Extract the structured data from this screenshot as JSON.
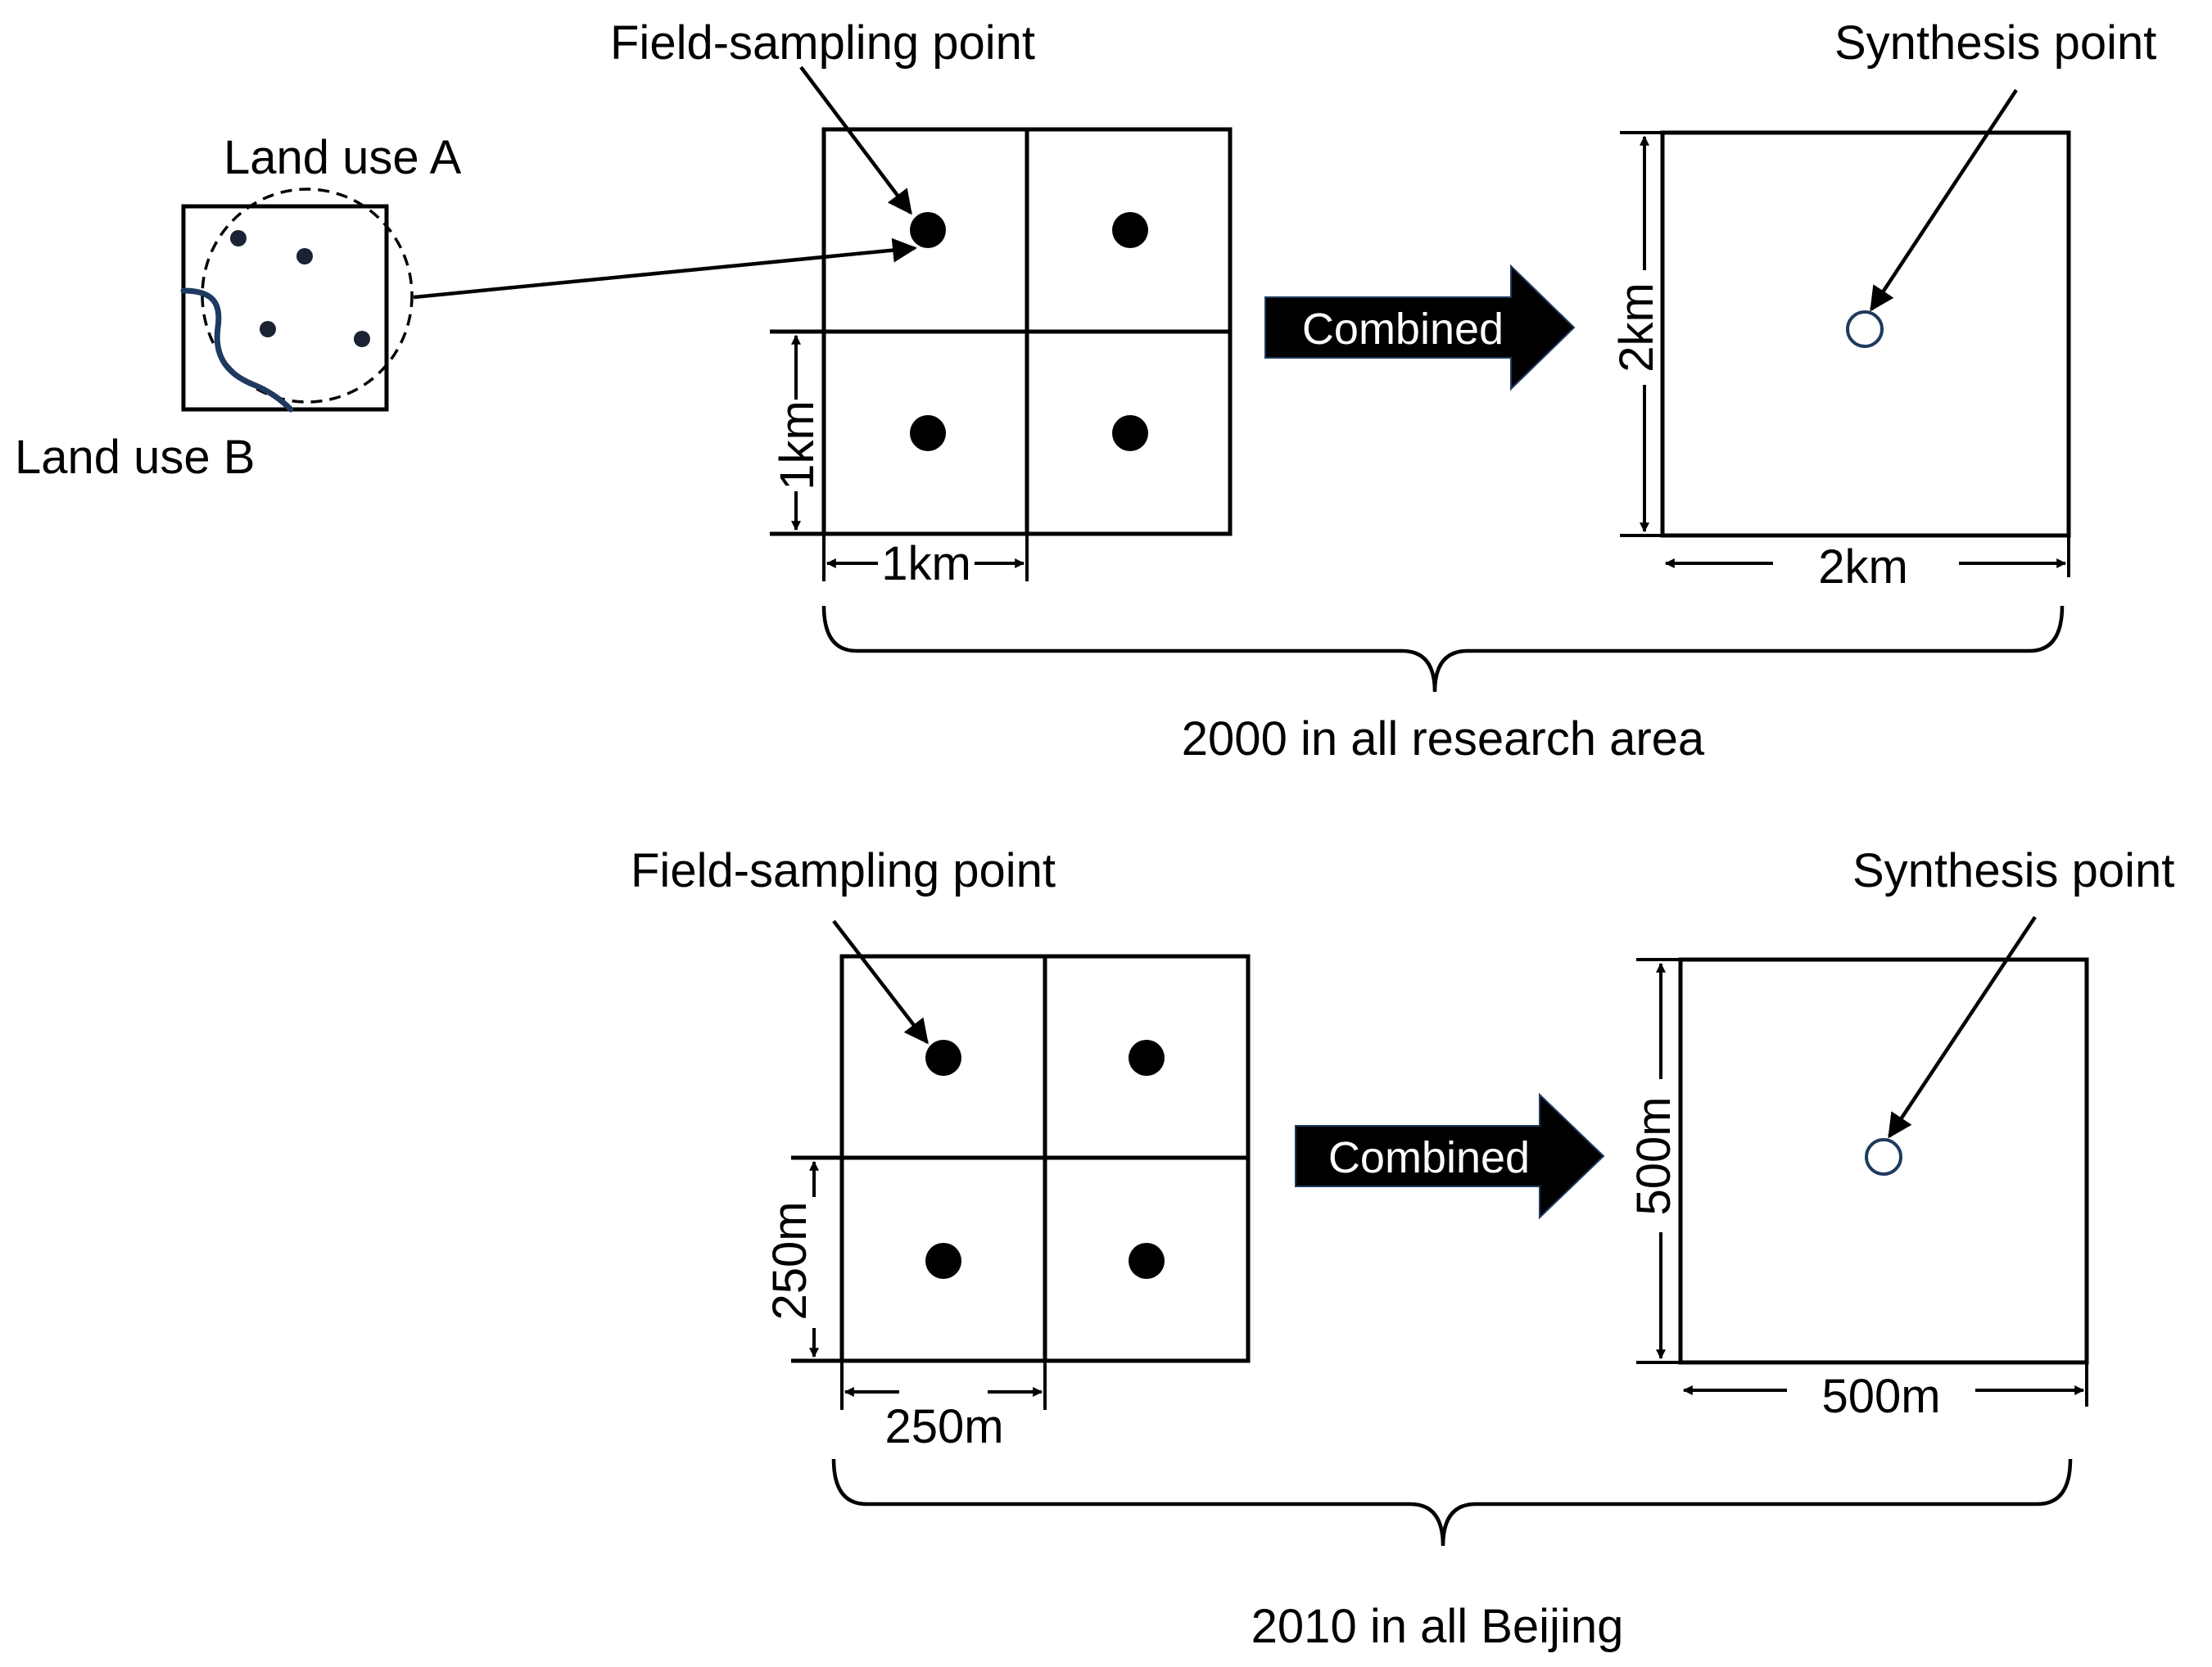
{
  "inset": {
    "land_use_a": "Land use A",
    "land_use_b": "Land use B"
  },
  "panel_2000": {
    "field_sampling_label": "Field-sampling point",
    "synthesis_label": "Synthesis point",
    "combined_label": "Combined",
    "cell_width_label": "1km",
    "cell_height_label": "1km",
    "grid_width_label": "2km",
    "grid_height_label": "2km",
    "caption": "2000 in all research area"
  },
  "panel_2010": {
    "field_sampling_label": "Field-sampling point",
    "synthesis_label": "Synthesis point",
    "combined_label": "Combined",
    "cell_width_label": "250m",
    "cell_height_label": "250m",
    "grid_width_label": "500m",
    "grid_height_label": "500m",
    "caption": "2010 in all Beijing"
  },
  "colors": {
    "line": "#000000",
    "river": "#1f3a5f",
    "synthesis_marker": "#1f3a5f",
    "arrow_fill": "#000000",
    "arrow_text": "#ffffff"
  }
}
